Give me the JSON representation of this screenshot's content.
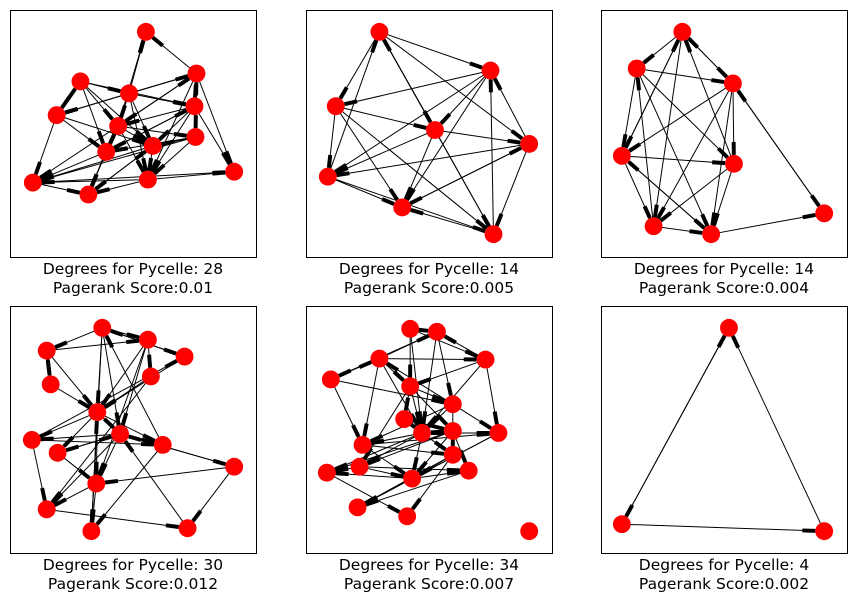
{
  "panels": [
    {
      "degrees_label": "Degrees for Pycelle: 28",
      "pagerank_label": "Pagerank Score:0.01",
      "nodes": [
        "n1",
        "n2",
        "n3",
        "n4",
        "n5",
        "n6",
        "n7",
        "n8",
        "n9",
        "n10",
        "n11",
        "n12",
        "n13",
        "n14"
      ],
      "edges": [
        [
          "n3",
          "n1"
        ],
        [
          "n4",
          "n1"
        ],
        [
          "n7",
          "n1"
        ],
        [
          "n2",
          "n3"
        ],
        [
          "n2",
          "n6"
        ],
        [
          "n2",
          "n7"
        ],
        [
          "n2",
          "n9"
        ],
        [
          "n2",
          "n10"
        ],
        [
          "n3",
          "n4"
        ],
        [
          "n3",
          "n5"
        ],
        [
          "n3",
          "n6"
        ],
        [
          "n3",
          "n7"
        ],
        [
          "n3",
          "n10"
        ],
        [
          "n3",
          "n11"
        ],
        [
          "n3",
          "n13"
        ],
        [
          "n4",
          "n5"
        ],
        [
          "n4",
          "n6"
        ],
        [
          "n4",
          "n7"
        ],
        [
          "n4",
          "n8"
        ],
        [
          "n4",
          "n11"
        ],
        [
          "n4",
          "n14"
        ],
        [
          "n5",
          "n2"
        ],
        [
          "n5",
          "n9"
        ],
        [
          "n5",
          "n10"
        ],
        [
          "n5",
          "n12"
        ],
        [
          "n6",
          "n7"
        ],
        [
          "n6",
          "n9"
        ],
        [
          "n6",
          "n10"
        ],
        [
          "n6",
          "n11"
        ],
        [
          "n6",
          "n14"
        ],
        [
          "n7",
          "n4"
        ],
        [
          "n7",
          "n8"
        ],
        [
          "n7",
          "n9"
        ],
        [
          "n7",
          "n10"
        ],
        [
          "n7",
          "n11"
        ],
        [
          "n7",
          "n12"
        ],
        [
          "n8",
          "n4"
        ],
        [
          "n8",
          "n9"
        ],
        [
          "n8",
          "n10"
        ],
        [
          "n8",
          "n11"
        ],
        [
          "n8",
          "n12"
        ],
        [
          "n9",
          "n6"
        ],
        [
          "n9",
          "n12"
        ],
        [
          "n9",
          "n13"
        ],
        [
          "n10",
          "n12"
        ],
        [
          "n10",
          "n13"
        ],
        [
          "n10",
          "n11"
        ],
        [
          "n11",
          "n12"
        ],
        [
          "n11",
          "n13"
        ],
        [
          "n11",
          "n14"
        ],
        [
          "n12",
          "n13"
        ],
        [
          "n12",
          "n14"
        ],
        [
          "n13",
          "n10"
        ],
        [
          "n2",
          "n5"
        ],
        [
          "n9",
          "n7"
        ]
      ]
    },
    {
      "degrees_label": "Degrees for Pycelle: 14",
      "pagerank_label": "Pagerank Score:0.005",
      "nodes": [
        "a",
        "b",
        "c",
        "d",
        "e",
        "f",
        "g",
        "h"
      ],
      "edges": [
        [
          "a",
          "b"
        ],
        [
          "a",
          "c"
        ],
        [
          "a",
          "d"
        ],
        [
          "a",
          "e"
        ],
        [
          "a",
          "h"
        ],
        [
          "b",
          "c"
        ],
        [
          "b",
          "d"
        ],
        [
          "b",
          "f"
        ],
        [
          "b",
          "g"
        ],
        [
          "c",
          "d"
        ],
        [
          "c",
          "f"
        ],
        [
          "c",
          "g"
        ],
        [
          "c",
          "h"
        ],
        [
          "d",
          "a"
        ],
        [
          "d",
          "e"
        ],
        [
          "d",
          "f"
        ],
        [
          "d",
          "g"
        ],
        [
          "d",
          "h"
        ],
        [
          "e",
          "b"
        ],
        [
          "e",
          "f"
        ],
        [
          "e",
          "g"
        ],
        [
          "e",
          "h"
        ],
        [
          "f",
          "a"
        ],
        [
          "f",
          "g"
        ],
        [
          "f",
          "h"
        ],
        [
          "g",
          "e"
        ],
        [
          "h",
          "b"
        ],
        [
          "h",
          "g"
        ]
      ]
    },
    {
      "degrees_label": "Degrees for Pycelle: 14",
      "pagerank_label": "Pagerank Score:0.004",
      "nodes": [
        "p1",
        "p2",
        "p3",
        "p4",
        "p5",
        "p6",
        "p7",
        "p8"
      ],
      "edges": [
        [
          "p1",
          "p2"
        ],
        [
          "p1",
          "p3"
        ],
        [
          "p1",
          "p4"
        ],
        [
          "p1",
          "p6"
        ],
        [
          "p2",
          "p3"
        ],
        [
          "p2",
          "p4"
        ],
        [
          "p2",
          "p5"
        ],
        [
          "p2",
          "p7"
        ],
        [
          "p3",
          "p1"
        ],
        [
          "p3",
          "p4"
        ],
        [
          "p3",
          "p5"
        ],
        [
          "p3",
          "p6"
        ],
        [
          "p3",
          "p7"
        ],
        [
          "p3",
          "p8"
        ],
        [
          "p4",
          "p5"
        ],
        [
          "p4",
          "p6"
        ],
        [
          "p4",
          "p7"
        ],
        [
          "p5",
          "p6"
        ],
        [
          "p5",
          "p7"
        ],
        [
          "p6",
          "p7"
        ],
        [
          "p7",
          "p4"
        ],
        [
          "p7",
          "p8"
        ],
        [
          "p8",
          "p3"
        ],
        [
          "p5",
          "p1"
        ],
        [
          "p6",
          "p2"
        ],
        [
          "p4",
          "p1"
        ]
      ]
    },
    {
      "degrees_label": "Degrees for Pycelle: 30",
      "pagerank_label": "Pagerank Score:0.012",
      "nodes": [
        "q1",
        "q2",
        "q3",
        "q4",
        "q5",
        "q6",
        "q7",
        "q8",
        "q9",
        "q10",
        "q11",
        "q12",
        "q13",
        "q14",
        "q15",
        "q16"
      ],
      "edges": [
        [
          "q1",
          "q2"
        ],
        [
          "q1",
          "q3"
        ],
        [
          "q1",
          "q4"
        ],
        [
          "q1",
          "q7"
        ],
        [
          "q1",
          "q8"
        ],
        [
          "q1",
          "q15"
        ],
        [
          "q2",
          "q5"
        ],
        [
          "q2",
          "q7"
        ],
        [
          "q2",
          "q3"
        ],
        [
          "q3",
          "q7"
        ],
        [
          "q3",
          "q8"
        ],
        [
          "q3",
          "q6"
        ],
        [
          "q3",
          "q13"
        ],
        [
          "q4",
          "q7"
        ],
        [
          "q4",
          "q1"
        ],
        [
          "q5",
          "q7"
        ],
        [
          "q6",
          "q7"
        ],
        [
          "q6",
          "q14"
        ],
        [
          "q7",
          "q8"
        ],
        [
          "q7",
          "q9"
        ],
        [
          "q7",
          "q10"
        ],
        [
          "q7",
          "q11"
        ],
        [
          "q7",
          "q13"
        ],
        [
          "q7",
          "q15"
        ],
        [
          "q8",
          "q9"
        ],
        [
          "q8",
          "q10"
        ],
        [
          "q8",
          "q11"
        ],
        [
          "q8",
          "q12"
        ],
        [
          "q8",
          "q13"
        ],
        [
          "q8",
          "q14"
        ],
        [
          "q9",
          "q11"
        ],
        [
          "q9",
          "q14"
        ],
        [
          "q10",
          "q13"
        ],
        [
          "q10",
          "q8"
        ],
        [
          "q11",
          "q15"
        ],
        [
          "q12",
          "q8"
        ],
        [
          "q12",
          "q16"
        ],
        [
          "q12",
          "q13"
        ],
        [
          "q13",
          "q14"
        ],
        [
          "q13",
          "q15"
        ],
        [
          "q14",
          "q16"
        ],
        [
          "q15",
          "q7"
        ],
        [
          "q16",
          "q8"
        ],
        [
          "q5",
          "q2"
        ],
        [
          "q9",
          "q4"
        ],
        [
          "q11",
          "q1"
        ]
      ]
    },
    {
      "degrees_label": "Degrees for Pycelle: 34",
      "pagerank_label": "Pagerank Score:0.007",
      "nodes": [
        "r1",
        "r2",
        "r3",
        "r4",
        "r5",
        "r6",
        "r7",
        "r8",
        "r9",
        "r10",
        "r11",
        "r12",
        "r13",
        "r14",
        "r15",
        "r16",
        "r17",
        "r18",
        "r19"
      ],
      "edges": [
        [
          "r1",
          "r2"
        ],
        [
          "r1",
          "r4"
        ],
        [
          "r1",
          "r6"
        ],
        [
          "r1",
          "r9"
        ],
        [
          "r2",
          "r5"
        ],
        [
          "r2",
          "r7"
        ],
        [
          "r2",
          "r9"
        ],
        [
          "r3",
          "r2"
        ],
        [
          "r3",
          "r4"
        ],
        [
          "r3",
          "r6"
        ],
        [
          "r3",
          "r9"
        ],
        [
          "r3",
          "r10"
        ],
        [
          "r4",
          "r2"
        ],
        [
          "r4",
          "r6"
        ],
        [
          "r4",
          "r9"
        ],
        [
          "r4",
          "r12"
        ],
        [
          "r5",
          "r3"
        ],
        [
          "r5",
          "r7"
        ],
        [
          "r5",
          "r10"
        ],
        [
          "r6",
          "r7"
        ],
        [
          "r6",
          "r8"
        ],
        [
          "r6",
          "r9"
        ],
        [
          "r6",
          "r11"
        ],
        [
          "r6",
          "r13"
        ],
        [
          "r7",
          "r3"
        ],
        [
          "r7",
          "r9"
        ],
        [
          "r7",
          "r10"
        ],
        [
          "r7",
          "r12"
        ],
        [
          "r7",
          "r14"
        ],
        [
          "r8",
          "r9"
        ],
        [
          "r8",
          "r11"
        ],
        [
          "r9",
          "r10"
        ],
        [
          "r9",
          "r11"
        ],
        [
          "r9",
          "r12"
        ],
        [
          "r9",
          "r13"
        ],
        [
          "r9",
          "r14"
        ],
        [
          "r9",
          "r15"
        ],
        [
          "r9",
          "r16"
        ],
        [
          "r10",
          "r12"
        ],
        [
          "r10",
          "r14"
        ],
        [
          "r10",
          "r15"
        ],
        [
          "r11",
          "r13"
        ],
        [
          "r11",
          "r15"
        ],
        [
          "r11",
          "r16"
        ],
        [
          "r11",
          "r17"
        ],
        [
          "r12",
          "r15"
        ],
        [
          "r12",
          "r18"
        ],
        [
          "r13",
          "r15"
        ],
        [
          "r13",
          "r17"
        ],
        [
          "r13",
          "r16"
        ],
        [
          "r14",
          "r15"
        ],
        [
          "r14",
          "r18"
        ],
        [
          "r14",
          "r19"
        ],
        [
          "r15",
          "r16"
        ],
        [
          "r15",
          "r17"
        ],
        [
          "r15",
          "r18"
        ],
        [
          "r16",
          "r19"
        ],
        [
          "r17",
          "r18"
        ],
        [
          "r12",
          "r9"
        ]
      ]
    },
    {
      "degrees_label": "Degrees for Pycelle: 4",
      "pagerank_label": "Pagerank Score:0.002",
      "nodes": [
        "t1",
        "t2",
        "t3"
      ],
      "edges": [
        [
          "t1",
          "t2"
        ],
        [
          "t2",
          "t3"
        ],
        [
          "t3",
          "t1"
        ],
        [
          "t2",
          "t1"
        ]
      ]
    }
  ]
}
